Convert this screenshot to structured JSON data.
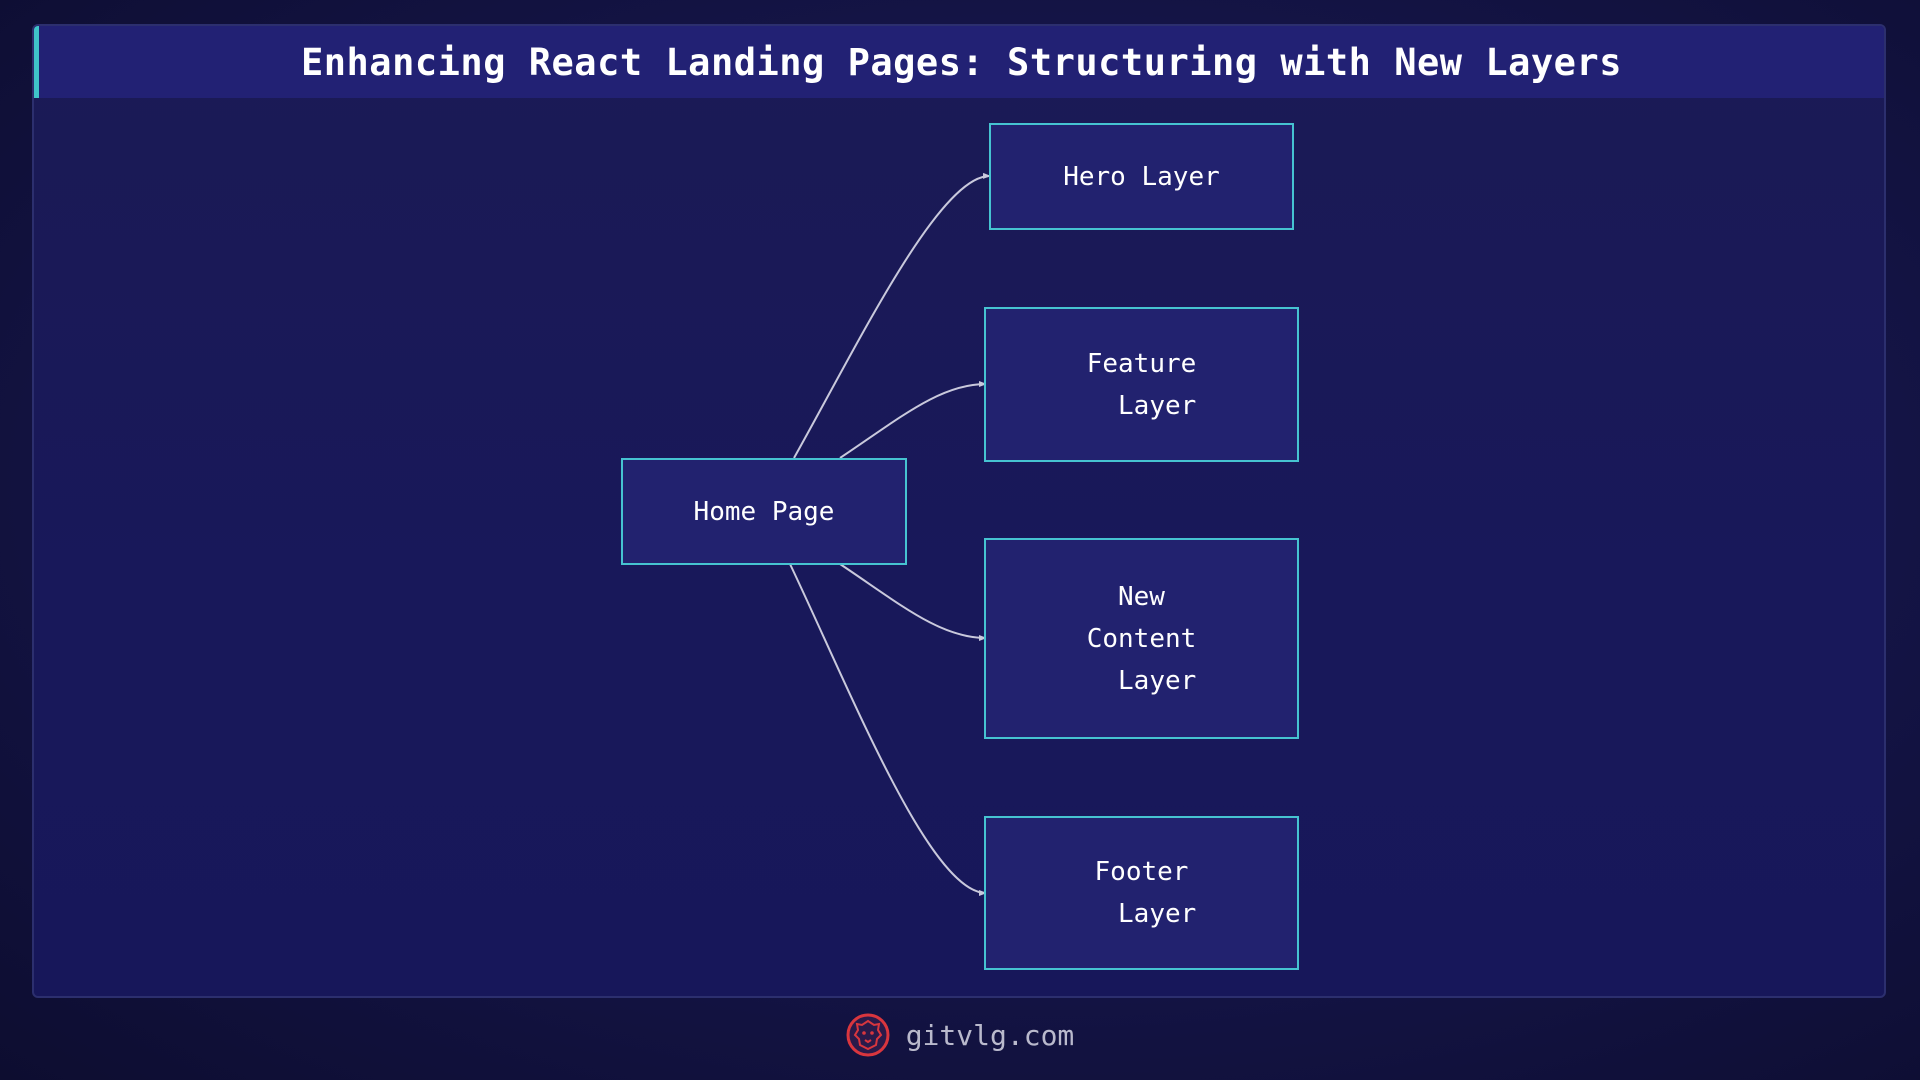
{
  "title": "Enhancing React Landing Pages: Structuring with New Layers",
  "nodes": {
    "home": "Home Page",
    "hero": "Hero Layer",
    "feature": "Feature\n  Layer",
    "new_content": "New\nContent\n  Layer",
    "footer_layer": "Footer\n  Layer"
  },
  "edges": [
    {
      "from": "home",
      "to": "hero"
    },
    {
      "from": "home",
      "to": "feature"
    },
    {
      "from": "home",
      "to": "new_content"
    },
    {
      "from": "home",
      "to": "footer_layer"
    }
  ],
  "footer": {
    "site": "gitvlg.com",
    "logo_icon": "lion-logo-icon"
  },
  "colors": {
    "node_fill": "#22226f",
    "node_border": "#46c3d1",
    "title_bar": "#222174",
    "accent": "#3fc4c9",
    "edge": "#c9c9dc",
    "logo": "#d9363e"
  }
}
